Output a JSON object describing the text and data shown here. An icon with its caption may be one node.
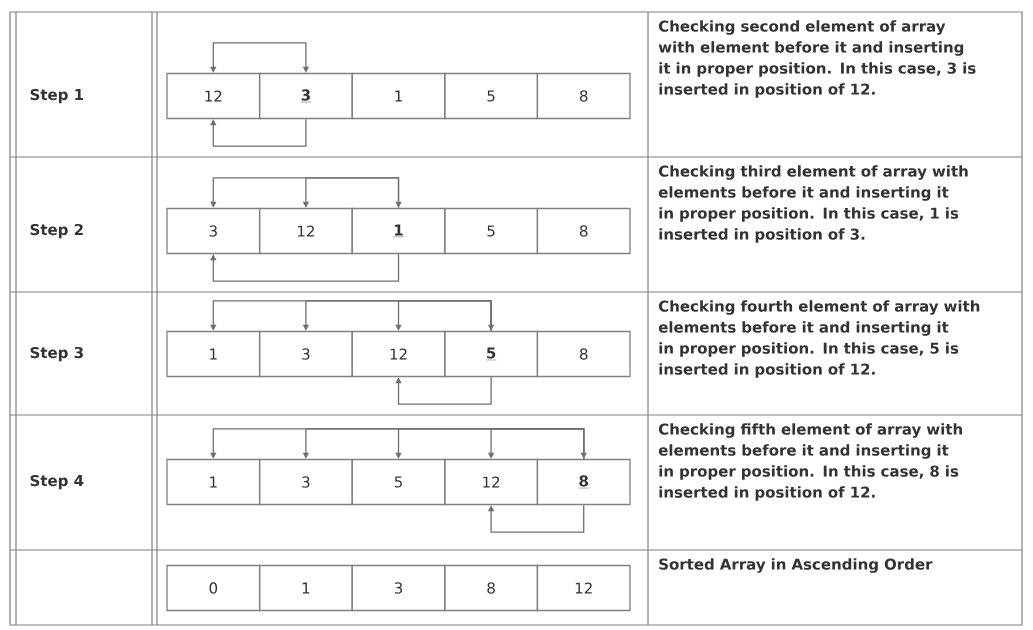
{
  "diagram": {
    "nodes": [
      {
        "text": [
          "12"
        ]
      },
      {
        "text": [
          "3"
        ]
      },
      {
        "text": [
          "1"
        ]
      },
      {
        "text": [
          "5"
        ]
      },
      {
        "text": [
          "8"
        ]
      },
      {
        "text": [
          "3"
        ]
      },
      {
        "text": [
          "12"
        ]
      },
      {
        "text": [
          "1"
        ]
      },
      {
        "text": [
          "5"
        ]
      },
      {
        "text": [
          "8"
        ]
      },
      {
        "text": [
          "1"
        ]
      },
      {
        "text": [
          "3"
        ]
      },
      {
        "text": [
          "12"
        ]
      },
      {
        "text": [
          "5"
        ]
      },
      {
        "text": [
          "8"
        ]
      },
      {
        "text": [
          "1"
        ]
      },
      {
        "text": [
          "3"
        ]
      },
      {
        "text": [
          "5"
        ]
      },
      {
        "text": [
          "12"
        ]
      },
      {
        "text": [
          "8"
        ]
      },
      {
        "text": [
          "0"
        ]
      },
      {
        "text": [
          "1"
        ]
      },
      {
        "text": [
          "3"
        ]
      },
      {
        "text": [
          "8"
        ]
      },
      {
        "text": [
          "12"
        ]
      }
    ],
    "edges": [
      {
        "from": 1,
        "to": 0,
        "arrow": "both"
      },
      {
        "from": 1,
        "to": 0,
        "arrow": "to"
      },
      {
        "from": 7,
        "to": 5,
        "arrow": "both"
      },
      {
        "from": 7,
        "to": 6,
        "arrow": "to"
      },
      {
        "from": 7,
        "to": 5,
        "arrow": "to"
      },
      {
        "from": 13,
        "to": 10,
        "arrow": "both"
      },
      {
        "from": 13,
        "to": 11,
        "arrow": "to"
      },
      {
        "from": 13,
        "to": 12,
        "arrow": "to"
      },
      {
        "from": 13,
        "to": 12,
        "arrow": "to"
      },
      {
        "from": 19,
        "to": 15,
        "arrow": "both"
      },
      {
        "from": 19,
        "to": 16,
        "arrow": "to"
      },
      {
        "from": 19,
        "to": 17,
        "arrow": "to"
      },
      {
        "from": 19,
        "to": 18,
        "arrow": "to"
      },
      {
        "from": 19,
        "to": 18,
        "arrow": "to"
      }
    ],
    "labels": [
      "Step 1",
      "Checking second element of array with element before it and inserting it in proper position. In this case, 3 is inserted in position of 12.",
      "Step 2",
      "Checking third element of array with elements before it and inserting it in proper position. In this case, 1 is inserted in position of 3.",
      "Step 3",
      "Checking fourth element of array with elements before it and inserting it in proper position. In this case, 5 is inserted in position of 12.",
      "Step 4",
      "Checking fifth element of array with elements before it and inserting it in proper position. In this case, 8 is inserted in position of 12.",
      "Sorted Array in Ascending Order"
    ]
  }
}
